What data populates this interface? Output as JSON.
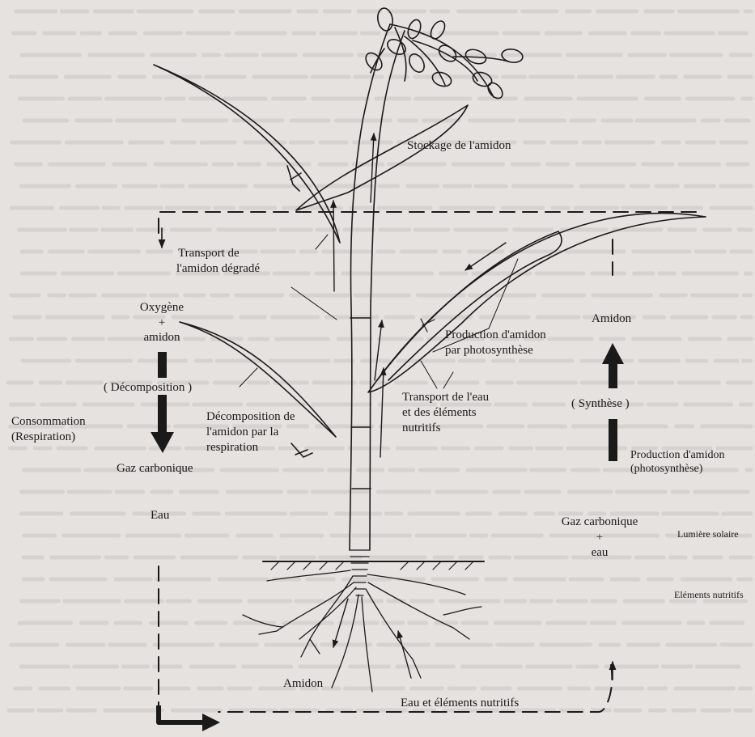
{
  "labels": {
    "stockage": "Stockage de l'amidon",
    "transport_degrade_1": "Transport de",
    "transport_degrade_2": "l'amidon dégradé",
    "oxygene": "Oxygène",
    "plus_1": "+",
    "amidon_1": "amidon",
    "decomposition": "( Décomposition )",
    "consommation_1": "Consommation",
    "consommation_2": "(Respiration)",
    "decomp_resp_1": "Décomposition de",
    "decomp_resp_2": "l'amidon par la",
    "decomp_resp_3": "respiration",
    "gaz_carbonique_left": "Gaz carbonique",
    "eau_left": "Eau",
    "amidon_right": "Amidon",
    "production_1": "Production d'amidon",
    "production_2": "par photosynthèse",
    "transport_eau_1": "Transport de l'eau",
    "transport_eau_2": "et des éléments",
    "transport_eau_3": "nutritifs",
    "synthese": "( Synthèse )",
    "production_amidon_1": "Production d'amidon",
    "production_amidon_2": "(photosynthèse)",
    "gaz_carbonique_right": "Gaz carbonique",
    "plus_2": "+",
    "eau_right": "eau",
    "lumiere_solaire": "Lumière solaire",
    "elements_nutritifs": "Eléments nutritifs",
    "amidon_root": "Amidon",
    "eau_elements": "Eau et éléments nutritifs"
  },
  "colors": {
    "paper": "#e6e2df",
    "ink": "#1b1a1a"
  }
}
